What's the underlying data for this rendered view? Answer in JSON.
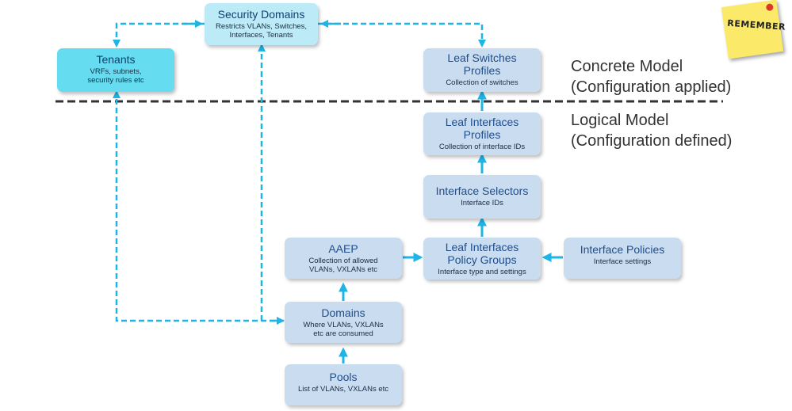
{
  "nodes": {
    "security_domains": {
      "title": "Security Domains",
      "sub": "Restricts VLANs, Switches, Interfaces, Tenants"
    },
    "tenants": {
      "title": "Tenants",
      "sub": "VRFs, subnets, security rules etc"
    },
    "leaf_switches_profiles": {
      "title": "Leaf Switches Profiles",
      "sub": "Collection of switches"
    },
    "leaf_interfaces_profiles": {
      "title": "Leaf Interfaces Profiles",
      "sub": "Collection of interface IDs"
    },
    "interface_selectors": {
      "title": "Interface Selectors",
      "sub": "Interface IDs"
    },
    "aaep": {
      "title": "AAEP",
      "sub": "Collection of allowed VLANs, VXLANs etc"
    },
    "leaf_interfaces_policy_groups": {
      "title": "Leaf Interfaces Policy Groups",
      "sub": "Interface type and settings"
    },
    "interface_policies": {
      "title": "Interface Policies",
      "sub": "Interface settings"
    },
    "domains": {
      "title": "Domains",
      "sub": "Where VLANs, VXLANs etc are consumed"
    },
    "pools": {
      "title": "Pools",
      "sub": "List of VLANs, VXLANs etc"
    }
  },
  "labels": {
    "concrete_model": "Concrete Model",
    "concrete_model_sub": "(Configuration applied)",
    "logical_model": "Logical Model",
    "logical_model_sub": "(Configuration defined)"
  },
  "sticky_note": "REMEMBER",
  "colors": {
    "box": "#c9dcf0",
    "tenants": "#66dcf0",
    "security": "#bdeaf7",
    "arrow": "#1eb4e6",
    "divider": "#333333"
  }
}
